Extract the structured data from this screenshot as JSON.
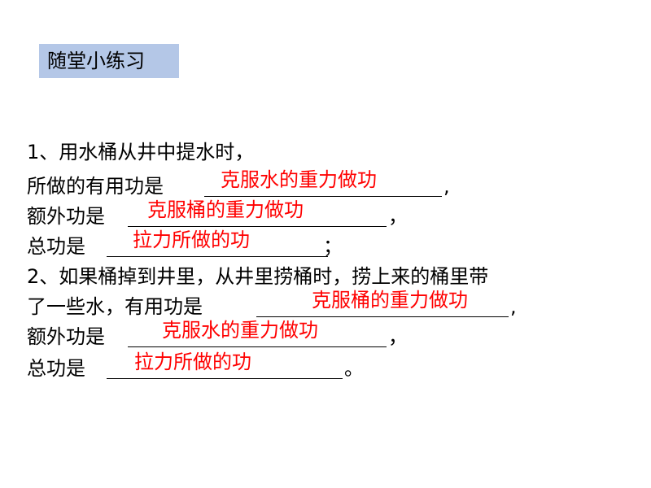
{
  "title": "随堂小练习",
  "q1": {
    "line1": "1、用水桶从井中提水时，",
    "useful_label": "所做的有用功是",
    "useful_answer": "克服水的重力做功",
    "useful_suffix": ",",
    "extra_label": "额外功是",
    "extra_answer": "克服桶的重力做功",
    "extra_suffix": "，",
    "total_label": "总功是",
    "total_answer": "拉力所做的功",
    "total_suffix": "；"
  },
  "q2": {
    "line1": "2、如果桶掉到井里，从井里捞桶时，捞上来的桶里带",
    "useful_label": "了一些水，有用功是",
    "useful_answer": "克服桶的重力做功",
    "useful_suffix": ",",
    "extra_label": "额外功是",
    "extra_answer": "克服水的重力做功",
    "extra_suffix": "，",
    "total_label": "总功是",
    "total_answer": "拉力所做的功",
    "total_suffix": "。"
  }
}
